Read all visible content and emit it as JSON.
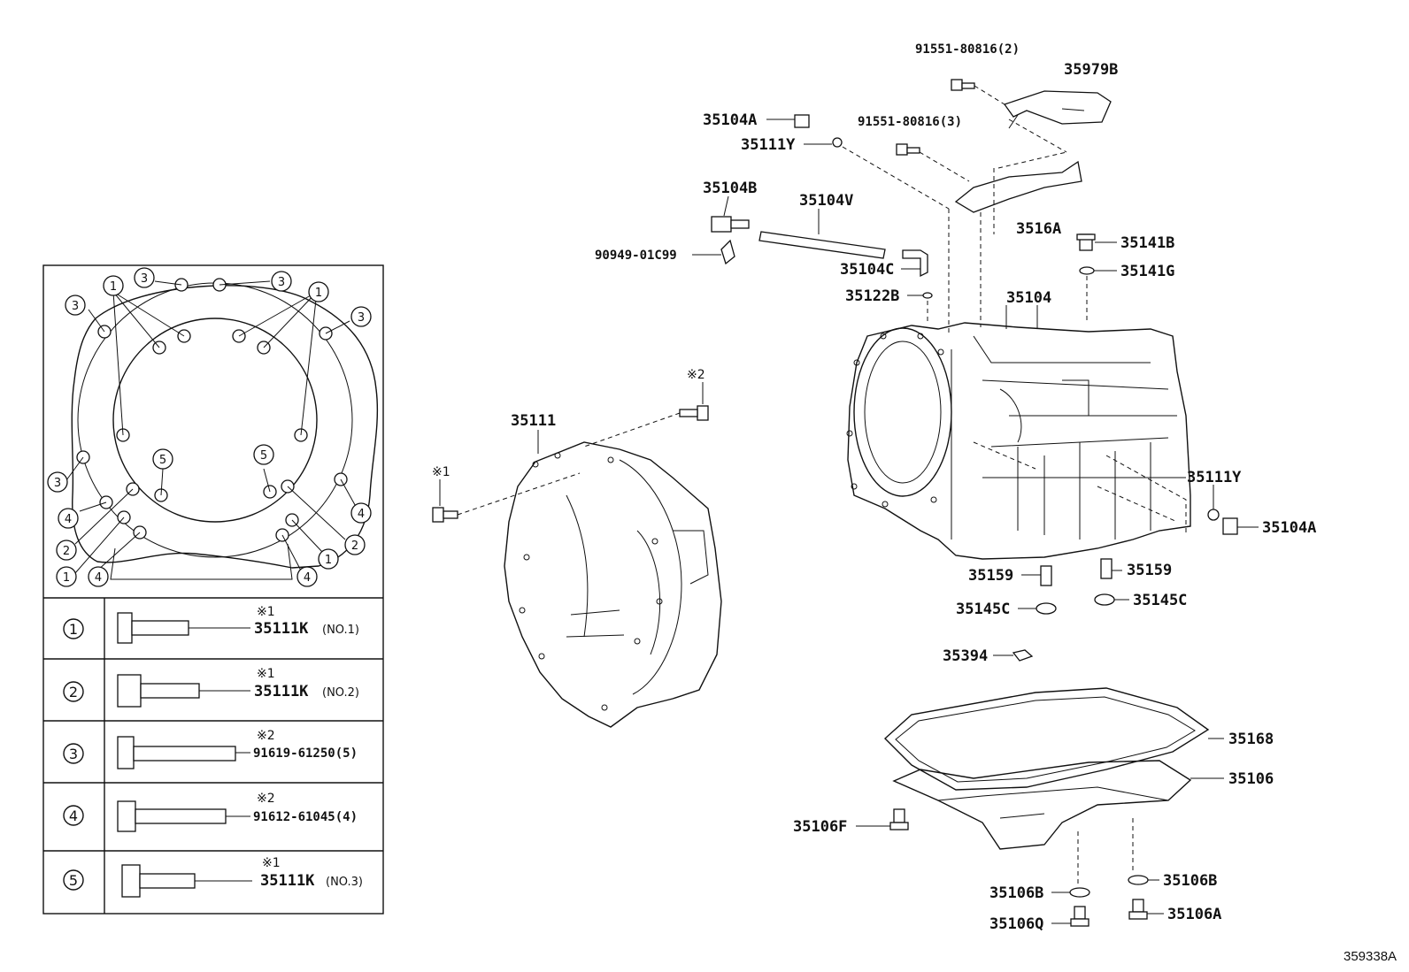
{
  "labels": {
    "p91551_2": "91551-80816(2)",
    "p35979b": "35979B",
    "p35104a_top": "35104A",
    "p91551_3": "91551-80816(3)",
    "p35111y_top": "35111Y",
    "p35104b": "35104B",
    "p35104v": "35104V",
    "p3516a": "3516A",
    "p90949": "90949-01C99",
    "p35141b": "35141B",
    "p35104c": "35104C",
    "p35141g": "35141G",
    "p35122b": "35122B",
    "p35104": "35104",
    "p35111": "35111",
    "p35111y_right": "35111Y",
    "p35104a_right": "35104A",
    "p35159_l": "35159",
    "p35159_r": "35159",
    "p35145c_l": "35145C",
    "p35145c_r": "35145C",
    "p35394": "35394",
    "p35168": "35168",
    "p35106": "35106",
    "p35106f": "35106F",
    "p35106b_l": "35106B",
    "p35106b_r": "35106B",
    "p35106q": "35106Q",
    "p35106a": "35106A",
    "note1_mark": "※1",
    "note2_mark": "※2",
    "diagram_code": "359338A"
  },
  "bolt_circles": {
    "one": "1",
    "two": "2",
    "three": "3",
    "four": "4",
    "five": "5"
  },
  "legend": [
    {
      "num": "1",
      "mark": "※1",
      "part": "35111K",
      "tag": "(NO.1)"
    },
    {
      "num": "2",
      "mark": "※1",
      "part": "35111K",
      "tag": "(NO.2)"
    },
    {
      "num": "3",
      "mark": "※2",
      "part": "91619-61250(5)",
      "tag": ""
    },
    {
      "num": "4",
      "mark": "※2",
      "part": "91612-61045(4)",
      "tag": ""
    },
    {
      "num": "5",
      "mark": "※1",
      "part": "35111K",
      "tag": "(NO.3)"
    }
  ]
}
